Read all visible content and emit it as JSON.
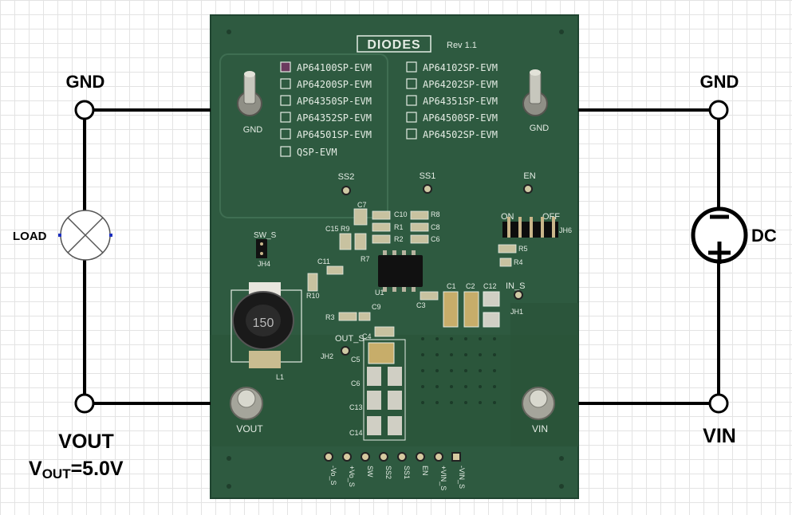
{
  "labels": {
    "gnd_left": "GND",
    "gnd_right": "GND",
    "load": "LOAD",
    "dc": "DC",
    "vout": "VOUT",
    "vout_eq_prefix": "V",
    "vout_eq_sub": "OUT",
    "vout_eq_value": "=5.0V",
    "vin": "VIN"
  },
  "board": {
    "logo": "DIODES",
    "rev": "Rev 1.1",
    "variants_left": [
      "AP64100SP-EVM",
      "AP64200SP-EVM",
      "AP64350SP-EVM",
      "AP64352SP-EVM",
      "AP64501SP-EVM",
      "QSP-EVM"
    ],
    "variants_right": [
      "AP64102SP-EVM",
      "AP64202SP-EVM",
      "AP64351SP-EVM",
      "AP64500SP-EVM",
      "AP64502SP-EVM"
    ],
    "post_gnd_left": "GND",
    "post_gnd_right": "GND",
    "post_vout": "VOUT",
    "post_vin": "VIN",
    "tp_ss2": "SS2",
    "tp_ss1": "SS1",
    "tp_en": "EN",
    "tp_out_s": "OUT_S",
    "tp_in_s": "IN_S",
    "jh1": "JH1",
    "jh2": "JH2",
    "jh4": "JH4",
    "jh6": "JH6",
    "sw_s": "SW_S",
    "on_label": "ON",
    "off_label": "OFF",
    "inductor_ref": "L1",
    "inductor_marking": "150",
    "refs": {
      "c7": "C7",
      "c10": "C10",
      "c8": "C8",
      "c6s": "C6",
      "r8": "R8",
      "r1": "R1",
      "r2": "R2",
      "r9": "R9",
      "r7": "R7",
      "c15": "C15",
      "c11": "C11",
      "r10": "R10",
      "u1": "U1",
      "c3": "C3",
      "c9": "C9",
      "r3": "R3",
      "r5": "R5",
      "r4": "R4",
      "c1": "C1",
      "c2": "C2",
      "c12": "C12",
      "c4": "C4",
      "c5": "C5",
      "c6": "C6",
      "c13": "C13",
      "c14": "C14"
    },
    "header_pins": [
      "-Vo_S",
      "+Vo_S",
      "SW",
      "SS2",
      "SS1",
      "EN",
      "+VIN_S",
      "-VIN_S"
    ]
  },
  "colors": {
    "pcb": "#2e5a40",
    "pcb_dark": "#264d36",
    "silkscreen": "#e4ece4",
    "wire": "#000000",
    "grid": "#e3e3e3"
  }
}
